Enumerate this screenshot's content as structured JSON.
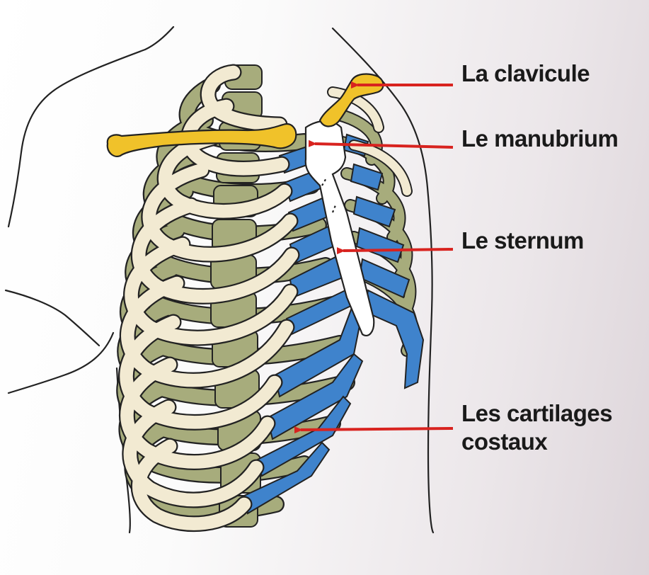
{
  "labels": {
    "clavicle": "La clavicule",
    "manubrium": "Le manubrium",
    "sternum": "Le sternum",
    "cartilages": "Les cartilages\ncostaux"
  },
  "colors": {
    "rib": "#f2ead2",
    "rib_back": "#a7ac7c",
    "vertebra": "#a7ac7c",
    "cartilage": "#3f83cc",
    "clavicle": "#f0c22a",
    "sternum": "#ffffff",
    "outline": "#222222",
    "arrow": "#d8231f"
  }
}
